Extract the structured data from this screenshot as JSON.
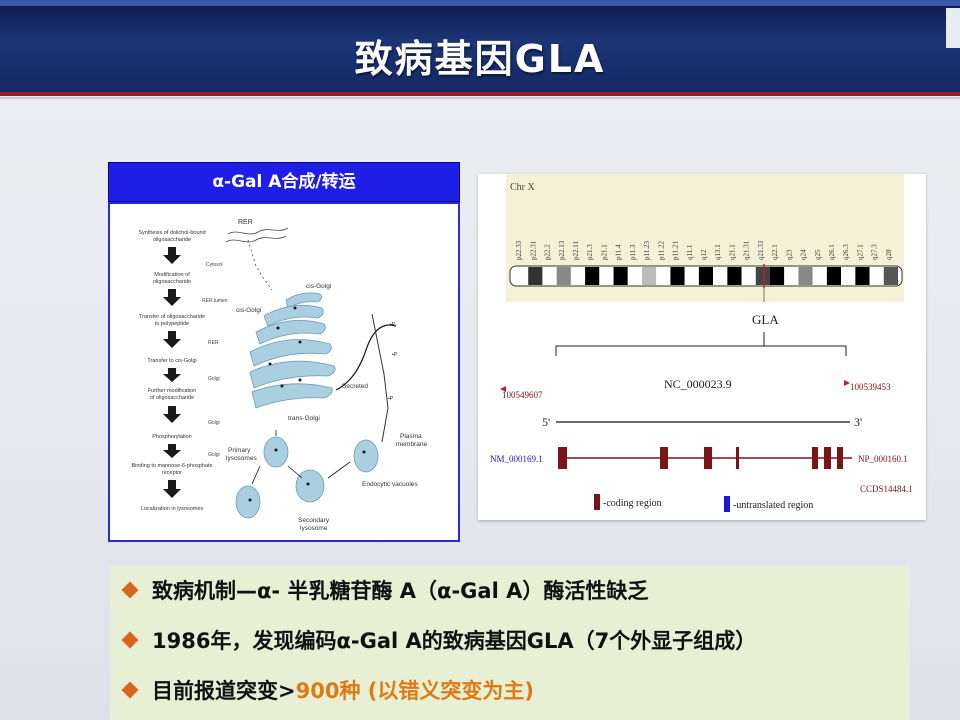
{
  "slide": {
    "title": "致病基因GLA"
  },
  "left_panel": {
    "header": "α-Gal A合成/转运",
    "steps": [
      "Synthesis of dolichol-bound oligosaccharide",
      "Modification of oligosaccharide",
      "Transfer of oligosaccharide to polypeptide",
      "Transfer to cis-Golgi",
      "Further modification of oligosaccharide",
      "Phosphorylation",
      "Binding to mannose-6-phosphate receptor",
      "Localization in lysosomes"
    ],
    "locations": [
      "Cytosol",
      "RER lumen",
      "RER",
      "Golgi",
      "Golgi",
      "Golgi"
    ],
    "labels": {
      "rer": "RER",
      "cis_golgi_top": "cis-Golgi",
      "cis_golgi_left": "cis-Golgi",
      "trans_golgi": "trans-Golgi",
      "secreted": "Secreted",
      "plasma_membrane": "Plasma membrane",
      "primary_lysosomes": "Primary lysosomes",
      "secondary_lysosome": "Secondary lysosome",
      "endocytic_vacuoles": "Endocytic vacuoles"
    }
  },
  "gene_figure": {
    "chromosome_label": "Chr X",
    "bands": [
      "p22.33",
      "p22.31",
      "p22.2",
      "p22.13",
      "p22.11",
      "p21.3",
      "p21.1",
      "p11.4",
      "p11.3",
      "p11.23",
      "p11.22",
      "p11.21",
      "q11.1",
      "q12",
      "q13.1",
      "q21.1",
      "q21.31",
      "q21.33",
      "q22.1",
      "q23",
      "q24",
      "q25",
      "q26.1",
      "q26.3",
      "q27.1",
      "q27.3",
      "q28"
    ],
    "gene_name": "GLA",
    "accession": "NC_000023.9",
    "coord_left": "100549607",
    "coord_right": "100539453",
    "end_5": "5'",
    "end_3": "3'",
    "transcript_left": "NM_000169.1",
    "transcript_right": "NP_000160.1",
    "ccds": "CCDS14484.1",
    "legend_coding": "-coding region",
    "legend_utr": "-untranslated region",
    "colors": {
      "exon": "#7a1418",
      "utr": "#1a1ad8",
      "marker": "#c0202a"
    }
  },
  "bullets": [
    {
      "text": "致病机制—α- 半乳糖苷酶 A（α-Gal A）酶活性缺乏"
    },
    {
      "text": "1986年，发现编码α-Gal A的致病基因GLA（7个外显子组成）"
    },
    {
      "text_a": "目前报道突变>",
      "text_b": "900种 (以错义突变为主)"
    }
  ]
}
